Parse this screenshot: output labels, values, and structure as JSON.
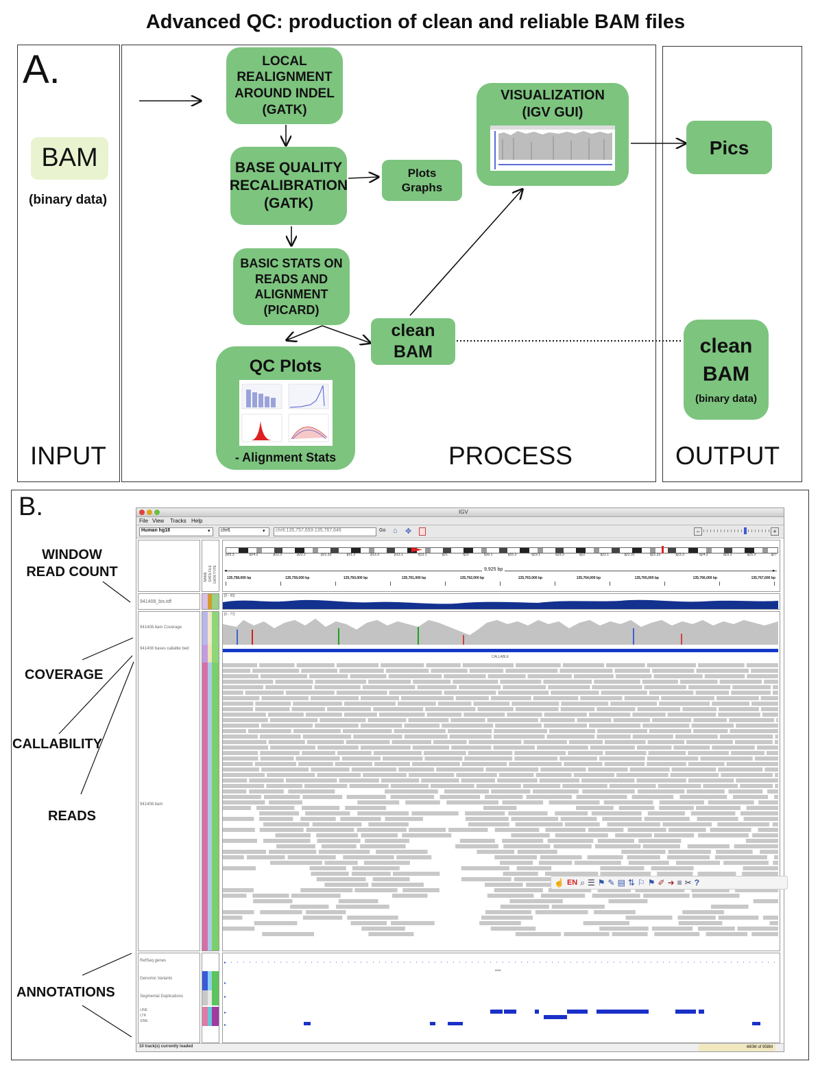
{
  "title": "Advanced QC: production of clean and reliable BAM files",
  "panelA": {
    "letter": "A.",
    "input_label": "INPUT",
    "process_label": "PROCESS",
    "output_label": "OUTPUT",
    "bam": {
      "label": "BAM",
      "sub": "(binary data)"
    },
    "boxes": {
      "realign": [
        "LOCAL",
        "REALIGNMENT",
        "AROUND INDEL",
        "(GATK)"
      ],
      "bqsr": [
        "BASE QUALITY",
        "RECALIBRATION",
        "(GATK)"
      ],
      "plots": [
        "Plots",
        "Graphs"
      ],
      "picard": [
        "BASIC STATS ON",
        "READS AND",
        "ALIGNMENT",
        "(PICARD)"
      ],
      "qc_title": "QC Plots",
      "qc_caption": "- Alignment Stats",
      "clean_bam": [
        "clean",
        "BAM"
      ],
      "visualization": [
        "VISUALIZATION",
        "(IGV GUI)"
      ],
      "pics": "Pics",
      "out_clean": [
        "clean",
        "BAM"
      ],
      "out_clean_sub": "(binary data)"
    }
  },
  "panelB": {
    "letter": "B.",
    "side_labels": {
      "window": [
        "WINDOW",
        "READ COUNT"
      ],
      "coverage": "COVERAGE",
      "callability": "CALLABILITY",
      "reads": "READS",
      "annotations": "ANNOTATIONS"
    },
    "igv": {
      "window_title": "IGV",
      "menu": [
        "File",
        "View",
        "Tracks",
        "Help"
      ],
      "genome": "Human hg18",
      "chromosome": "chr6",
      "locus": "chr6:135,757,693-135,767,646",
      "go_label": "Go",
      "span": "9,925 bp",
      "bands": [
        "p25.3",
        "p24.2",
        "p22.3",
        "p22.2",
        "p21.33",
        "p21.2",
        "p13.3",
        "p13.1",
        "q13.1",
        "q21",
        "q15",
        "q16.1",
        "q16.3",
        "q19.1",
        "q19.3",
        "q22",
        "q22.1",
        "q22.31",
        "q22.33",
        "q23.3",
        "q24.2",
        "q25.3",
        "q25.3",
        "q27"
      ],
      "ticks": [
        "135,758,000 bp",
        "135,759,000 bp",
        "135,760,000 bp",
        "135,761,000 bp",
        "135,762,000 bp",
        "135,763,000 bp",
        "135,764,000 bp",
        "135,765,000 bp",
        "135,766,000 bp",
        "135,767,000 bp"
      ],
      "tracks": {
        "tdf": "941408_bis.tdf",
        "tdf_range": "[0 - 60]",
        "coverage": "941408.bam Coverage",
        "coverage_range": "[0 - 77]",
        "callable": "941408 bases callable bed",
        "callable_text": "CALLABLE",
        "bam": "941408.bam",
        "refseq": "RefSeq genes",
        "gene": "AHI1",
        "variants": "Genomic Variants",
        "segdup": "Segmental Duplications",
        "line": "LINE",
        "ltr": "LTR",
        "sine": "SINE"
      },
      "attr_headers": [
        "NAME",
        "DATA FILE",
        "DATA TYPE"
      ],
      "lang_badge": "EN",
      "status_left": "10 track(s) currently loaded",
      "status_mem": "480M of 958M"
    }
  }
}
